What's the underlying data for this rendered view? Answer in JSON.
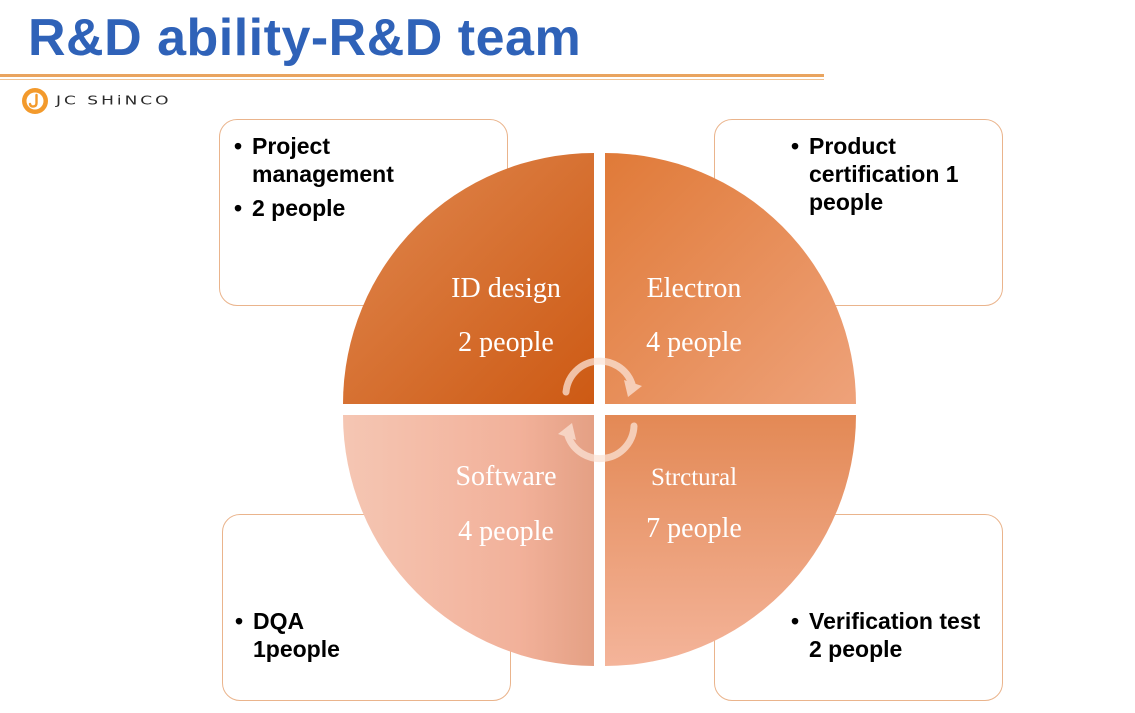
{
  "slide": {
    "title": "R&D ability-R&D team",
    "logo_text": "JC SHiNCO"
  },
  "boxes": {
    "top_left": [
      "Project management",
      "2 people"
    ],
    "top_right": [
      "Product certification 1 people"
    ],
    "bottom_left": [
      "DQA 1people"
    ],
    "bottom_right": [
      "Verification test 2 people"
    ]
  },
  "quadrants": {
    "top_left": {
      "name": "ID design",
      "count": "2 people"
    },
    "top_right": {
      "name": "Electron",
      "count": "4 people"
    },
    "bottom_left": {
      "name": "Software",
      "count": "4 people"
    },
    "bottom_right": {
      "name": "Strctural",
      "count": "7 people"
    }
  },
  "colors": {
    "title": "#2f62b8",
    "rule": "#e9a45f",
    "box_border": "#eab48c",
    "q_top_left": "#d7641f",
    "q_top_right": "#e9874a",
    "q_bottom_left": "#f3b49d",
    "q_bottom_right": "#ec9466"
  }
}
